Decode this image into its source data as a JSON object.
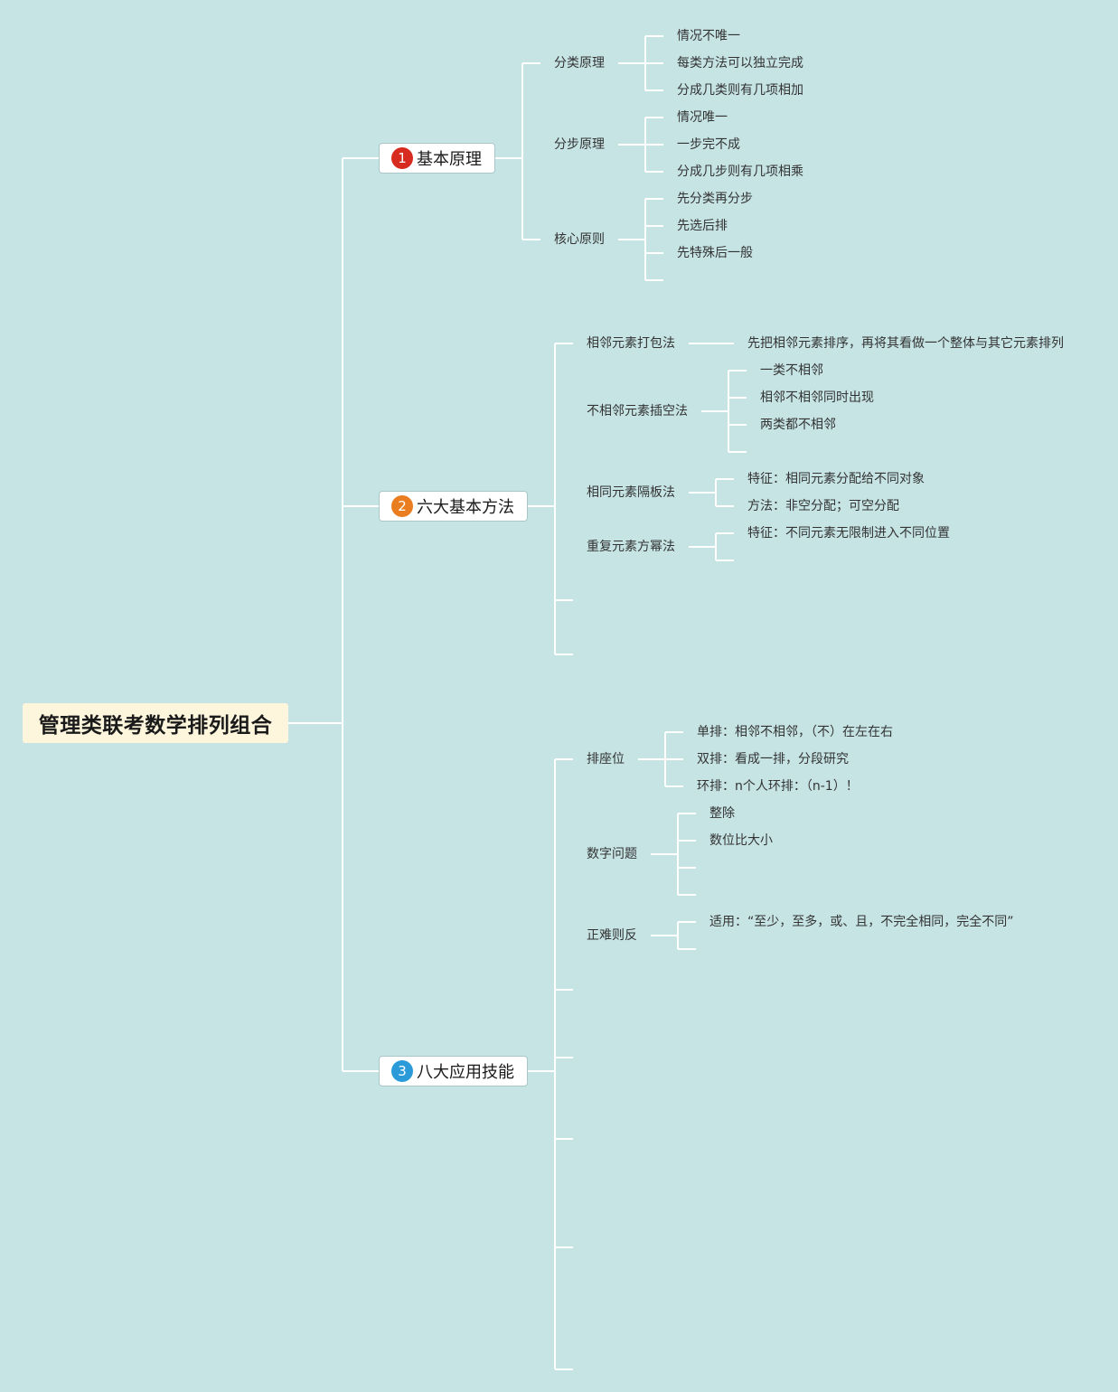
{
  "root": {
    "label": "管理类联考数学排列组合"
  },
  "badge_colors": {
    "b1": "#d62b1e",
    "b2": "#ea7d20",
    "b3": "#2a9ad9"
  },
  "branches": [
    {
      "number": "1",
      "label": "基本原理",
      "children": [
        {
          "label": "分类原理",
          "children": [
            "情况不唯一",
            "每类方法可以独立完成",
            "分成几类则有几项相加"
          ]
        },
        {
          "label": "分步原理",
          "children": [
            "情况唯一",
            "一步完不成",
            "分成几步则有几项相乘"
          ]
        },
        {
          "label": "核心原则",
          "children": [
            "先分类再分步",
            "先选后排",
            "先特殊后一般"
          ]
        }
      ]
    },
    {
      "number": "2",
      "label": "六大基本方法",
      "children": [
        {
          "label": "相邻元素打包法",
          "children": [
            "先把相邻元素排序，再将其看做一个整体与其它元素排列"
          ]
        },
        {
          "label": "不相邻元素插空法",
          "children": [
            "一类不相邻",
            "相邻不相邻同时出现",
            "两类都不相邻"
          ]
        },
        {
          "label": "相同元素隔板法",
          "children": [
            "特征：相同元素分配给不同对象",
            "方法：非空分配；可空分配"
          ]
        },
        {
          "label": "重复元素方幂法",
          "children": [
            "特征：不同元素无限制进入不同位置"
          ]
        }
      ]
    },
    {
      "number": "3",
      "label": "八大应用技能",
      "children": [
        {
          "label": "排座位",
          "children": [
            "单排：相邻不相邻，（不）在左在右",
            "双排：看成一排，分段研究",
            "环排：n个人环排：（n-1）！"
          ]
        },
        {
          "label": "数字问题",
          "children": [
            "整除",
            "数位比大小"
          ]
        },
        {
          "label": "正难则反",
          "children": [
            "适用：“至少，至多，或、且，不完全相同，完全不同”"
          ]
        }
      ]
    }
  ]
}
